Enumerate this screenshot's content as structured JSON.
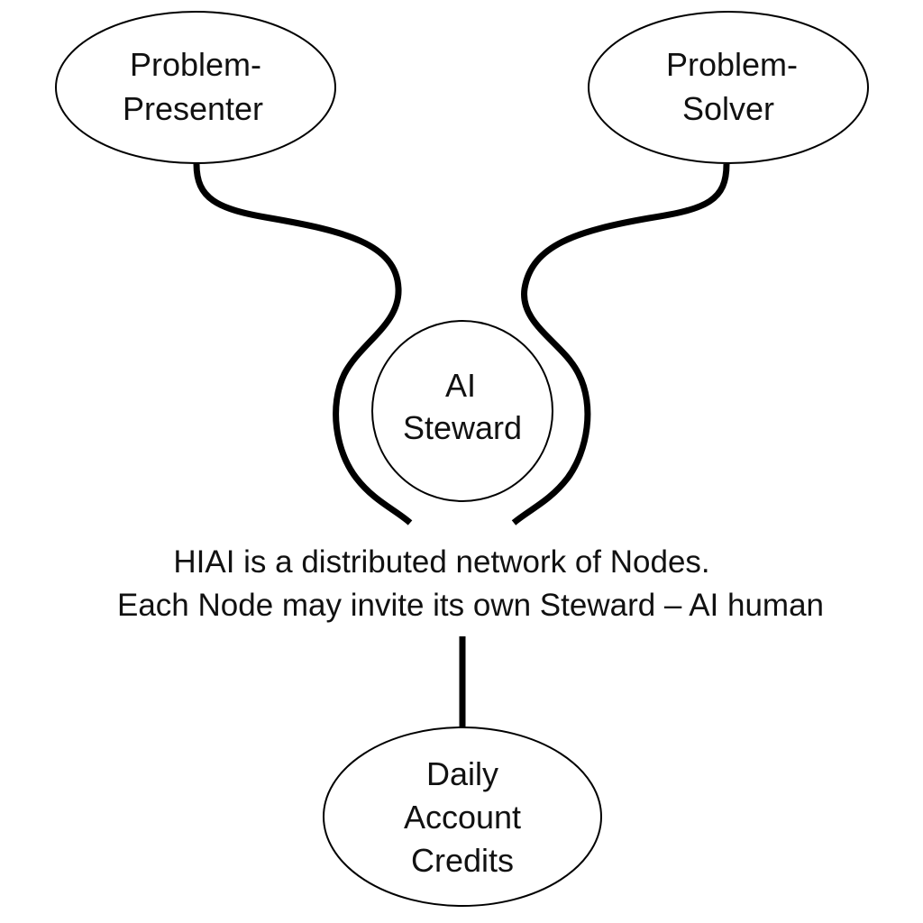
{
  "diagram": {
    "nodes": {
      "presenter": {
        "line1": "Problem-",
        "line2": "Presenter"
      },
      "solver": {
        "line1": "Problem-",
        "line2": "Solver"
      },
      "steward": {
        "line1": "AI",
        "line2": "Steward"
      },
      "credits": {
        "line1": "Daily",
        "line2": "Account",
        "line3": "Credits"
      }
    },
    "caption": {
      "line1": "HIAI is a distributed network of Nodes.",
      "line2": "Each Node may invite its own Steward – AI human"
    }
  }
}
